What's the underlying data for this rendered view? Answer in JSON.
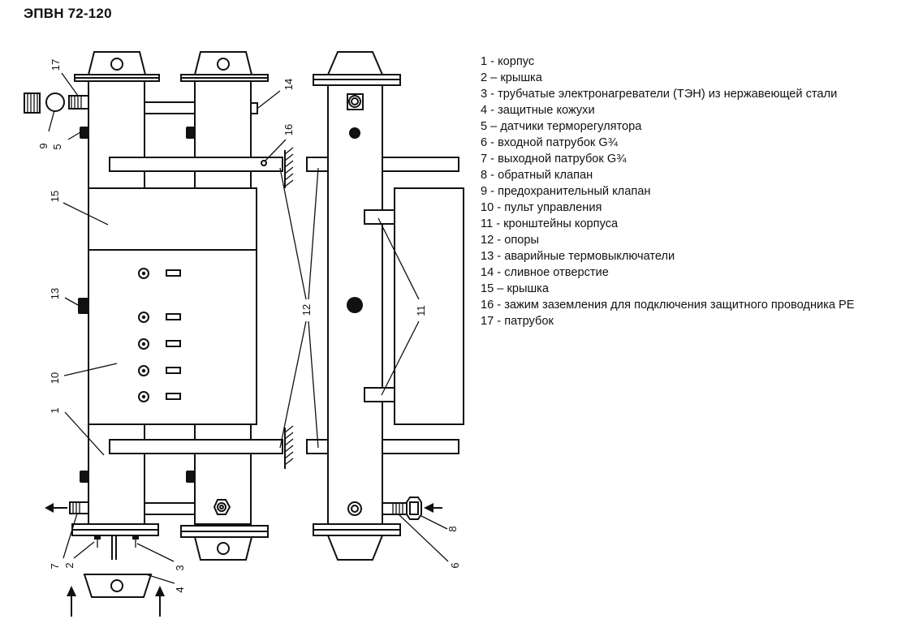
{
  "title": "ЭПВН 72-120",
  "legend": [
    "1 - корпус",
    "2 – крышка",
    "3 - трубчатые электронагреватели (ТЭН) из нержавеющей стали",
    "4 - защитные кожухи",
    "5 – датчики терморегулятора",
    "6 - входной патрубок G¾",
    "7 - выходной патрубок G¾",
    "8 - обратный клапан",
    "9 - предохранительный клапан",
    "10 - пульт управления",
    "11 - кронштейны корпуса",
    "12 - опоры",
    "13 - аварийные термовыключатели",
    "14 - сливное отверстие",
    "15 – крышка",
    "16 - зажим заземления для подключения защитного проводника PE",
    "17 - патрубок"
  ],
  "callouts": {
    "c1": "1",
    "c2": "2",
    "c3": "3",
    "c4": "4",
    "c5": "5",
    "c6": "6",
    "c7": "7",
    "c8": "8",
    "c9": "9",
    "c10": "10",
    "c11": "11",
    "c12": "12",
    "c13": "13",
    "c14": "14",
    "c15": "15",
    "c16": "16",
    "c17": "17"
  }
}
